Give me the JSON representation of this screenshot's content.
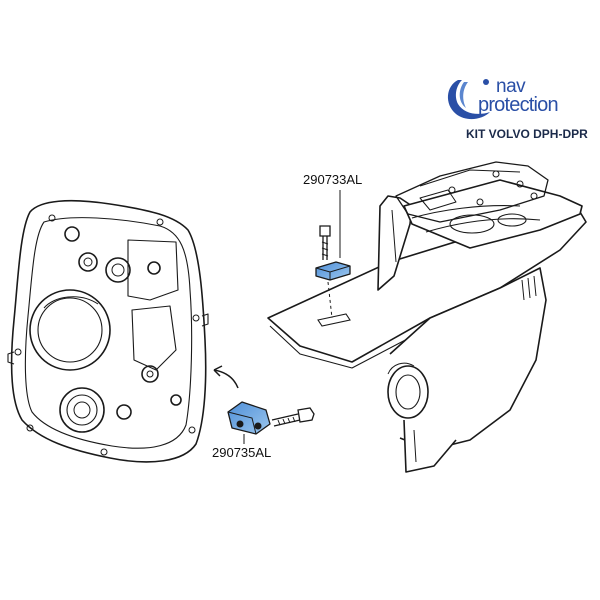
{
  "logo": {
    "line1": "nav",
    "line2": "protection",
    "accent_color": "#2a4fa6"
  },
  "kit_title": "KIT VOLVO DPH-DPR",
  "parts": [
    {
      "code": "290733AL",
      "highlight_color": "#6fa8dc"
    },
    {
      "code": "290735AL",
      "highlight_color": "#6fa8dc"
    }
  ]
}
